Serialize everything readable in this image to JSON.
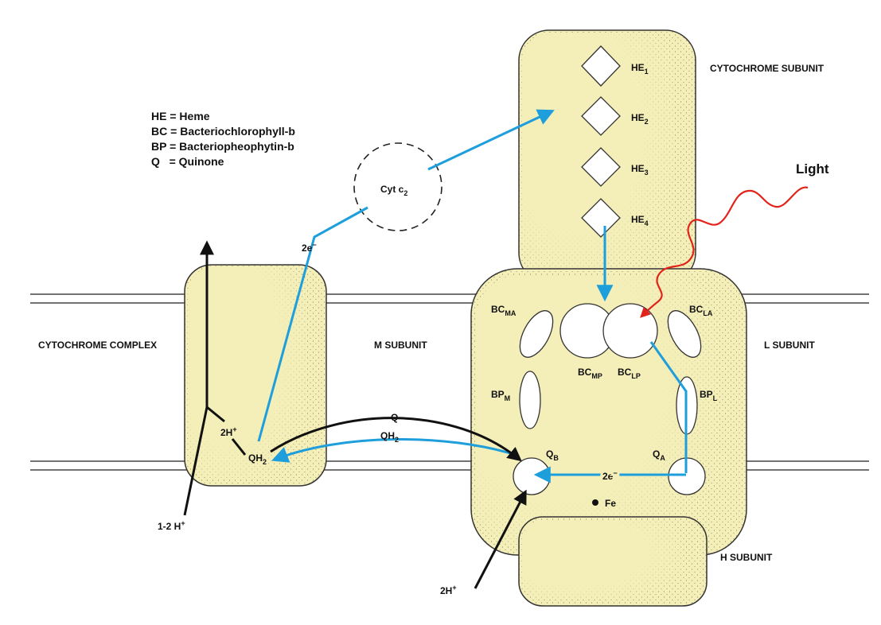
{
  "legend": [
    {
      "abbr": "HE",
      "eq": "=",
      "text": "Heme"
    },
    {
      "abbr": "BC",
      "eq": "=",
      "text": "Bacteriochlorophyll-b"
    },
    {
      "abbr": "BP",
      "eq": "=",
      "text": "Bacteriopheophytin-b"
    },
    {
      "abbr": "Q",
      "eq": "=",
      "text": "Quinone"
    }
  ],
  "regions": {
    "cytochrome_subunit": "CYTOCHROME SUBUNIT",
    "cytochrome_complex": "CYTOCHROME COMPLEX",
    "m_subunit": "M SUBUNIT",
    "l_subunit": "L SUBUNIT",
    "h_subunit": "H SUBUNIT"
  },
  "hemes": [
    {
      "base": "HE",
      "sub": "1"
    },
    {
      "base": "HE",
      "sub": "2"
    },
    {
      "base": "HE",
      "sub": "3"
    },
    {
      "base": "HE",
      "sub": "4"
    }
  ],
  "cofactors": {
    "bc_ma": {
      "base": "BC",
      "sub": "MA"
    },
    "bc_la": {
      "base": "BC",
      "sub": "LA"
    },
    "bc_mp": {
      "base": "BC",
      "sub": "MP"
    },
    "bc_lp": {
      "base": "BC",
      "sub": "LP"
    },
    "bp_m": {
      "base": "BP",
      "sub": "M"
    },
    "bp_l": {
      "base": "BP",
      "sub": "L"
    },
    "q_b": {
      "base": "Q",
      "sub": "B"
    },
    "q_a": {
      "base": "Q",
      "sub": "A"
    },
    "fe": "Fe"
  },
  "flow_labels": {
    "cyt_c2": {
      "base": "Cyt c",
      "sub": "2"
    },
    "electrons_upper": {
      "base": "2e",
      "sup": "−"
    },
    "electrons_lower": {
      "base": "2e",
      "sup": "−"
    },
    "q": "Q",
    "qh2_arrow": {
      "base": "QH",
      "sub": "2"
    },
    "qh2_complex": {
      "base": "QH",
      "sub": "2"
    },
    "protons_complex": {
      "base": "2H",
      "sup": "+"
    },
    "protons_in": {
      "base": "1-2 H",
      "sup": "+"
    },
    "protons_qb": {
      "base": "2H",
      "sup": "+"
    },
    "light": "Light"
  },
  "colors": {
    "protein_fill": "#f4eeb8",
    "electron_path": "#1e9fdc",
    "proton_path": "#111111",
    "light_wave": "#e2231a",
    "membrane_line": "#444444"
  }
}
